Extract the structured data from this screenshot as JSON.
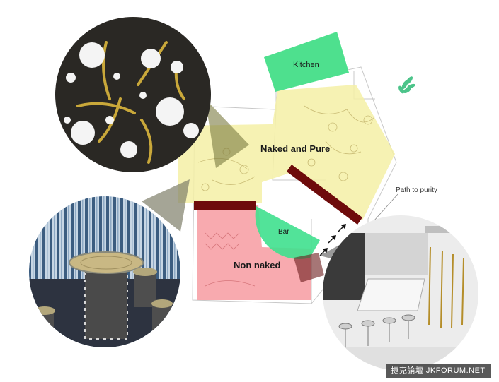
{
  "labels": {
    "kitchen": "Kitchen",
    "naked_pure": "Naked and Pure",
    "non_naked": "Non naked",
    "bar": "Bar",
    "path": "Path to purity"
  },
  "watermark": "捷克論壇 JKFORUM.NET",
  "colors": {
    "kitchen": "#4ee08e",
    "naked_zone": "#f5f0a6",
    "non_naked_zone": "#f7a1a6",
    "bar": "#3fe08e",
    "divider": "#6e0b0b",
    "wood_dark": "#2a2824",
    "gold": "#c9a83a"
  }
}
